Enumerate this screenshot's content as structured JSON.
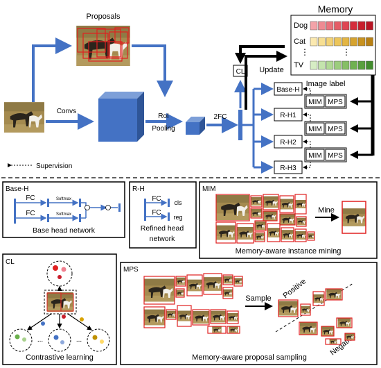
{
  "top": {
    "proposals": "Proposals",
    "convs": "Convs",
    "roi_pooling_1": "RoI",
    "roi_pooling_2": "Pooling",
    "two_fc": "2FC",
    "cl": "CL",
    "update": "Update",
    "image_label": "Image label",
    "supervision": "Supervision",
    "heads": [
      "Base-H",
      "R-H1",
      "R-H2",
      "R-H3"
    ],
    "mim": "MIM",
    "mps": "MPS"
  },
  "memory": {
    "title": "Memory",
    "rows": [
      {
        "label": "Dog",
        "colors": [
          "#f3a3a9",
          "#ee8a92",
          "#ea727c",
          "#e55c67",
          "#df4552",
          "#d52d3c",
          "#c81e2c",
          "#b91524"
        ]
      },
      {
        "label": "Cat",
        "colors": [
          "#fbe9b0",
          "#f7df92",
          "#f2d275",
          "#ecc55a",
          "#e3b543",
          "#d6a32f",
          "#c8921f",
          "#b88014"
        ]
      },
      {
        "label": "TV",
        "colors": [
          "#d6edc4",
          "#c4e4ad",
          "#b0d994",
          "#9ccd7d",
          "#86bf66",
          "#70b151",
          "#5aa03e",
          "#438d2e"
        ]
      }
    ],
    "ellipsis": "⋮"
  },
  "panels": {
    "base_h": {
      "title": "Base-H",
      "fc1": "FC",
      "fc2": "FC",
      "softmax1": "Softmax",
      "softmax2": "Softmax",
      "caption": "Base head network"
    },
    "r_h": {
      "title": "R-H",
      "fc1": "FC",
      "fc2": "FC",
      "cls": "cls",
      "reg": "reg",
      "caption1": "Refined head",
      "caption2": "network"
    },
    "mim": {
      "title": "MIM",
      "mine": "Mine",
      "caption": "Memory-aware instance mining"
    },
    "cl": {
      "title": "CL",
      "dots": "...",
      "caption": "Contrastive learning"
    },
    "mps": {
      "title": "MPS",
      "sample": "Sample",
      "positive": "Positive",
      "negative": "Negative",
      "caption": "Memory-aware proposal sampling"
    }
  },
  "colors": {
    "blue": "#4472c4",
    "red": "#e02020",
    "dark": "#1a1a1a",
    "photo": "#a48a4f"
  }
}
